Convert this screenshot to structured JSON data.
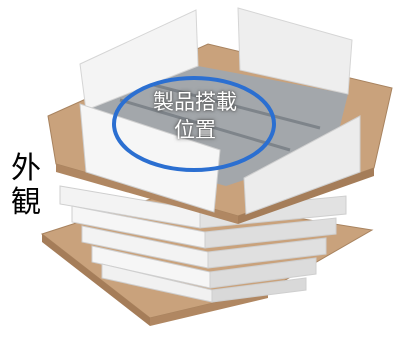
{
  "scene": {
    "center_label_line1": "製品搭載",
    "center_label_line2": "位置",
    "side_label_line1": "外",
    "side_label_line2": "観"
  },
  "colors": {
    "cardboard": "#c9a27c",
    "cardboard_edge": "#b48c66",
    "paper_white": "#f4f4f4",
    "highlight_ellipse": "#2b6fd1",
    "tray_floor": "#9aa0a6"
  }
}
